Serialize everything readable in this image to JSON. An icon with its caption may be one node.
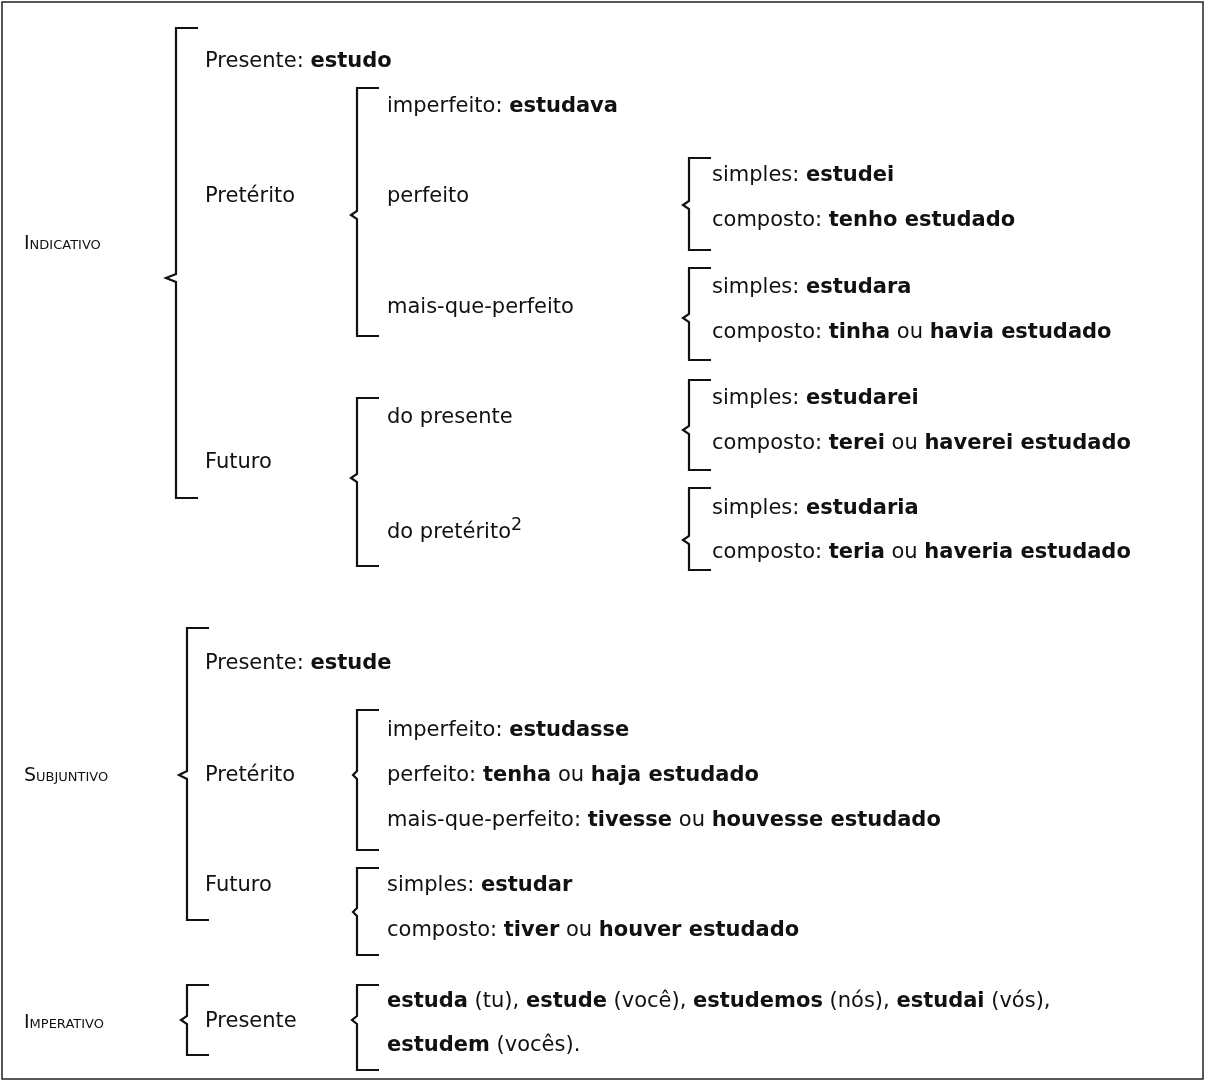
{
  "diagram": {
    "labels": [
      "Presente: **estudo**",
      "imperfeito: **estudava**",
      "Pretérito",
      "perfeito",
      "simples: **estudei**",
      "composto: **tenho estudado**",
      "Indicativo",
      "simples: **estudara**",
      "mais-que-perfeito",
      "composto: **tinha** ou **havia estudado**",
      "simples: **estudarei**",
      "do presente",
      "composto: **terei** ou **haverei estudado**",
      "Futuro",
      "simples: **estudaria**",
      "do pretérito$^{2}$",
      "composto: **teria** ou **haveria estudado**",
      "Presente: **estude**",
      "imperfeito: **estudasse**",
      "Subjuntivo",
      "Pretérito",
      "perfeito: **tenha** ou **haja estudado**",
      "mais-que-perfeito: **tivesse** ou **houvesse estudado**",
      "Futuro",
      "simples: **estudar**",
      "composto: **tiver** ou **houver estudado**",
      "Imperativo",
      "Presente",
      "**estuda** (tu), **estude** (você), **estudemos** (nós), **estudai** (vós), **estudem** (vocês)."
    ]
  }
}
